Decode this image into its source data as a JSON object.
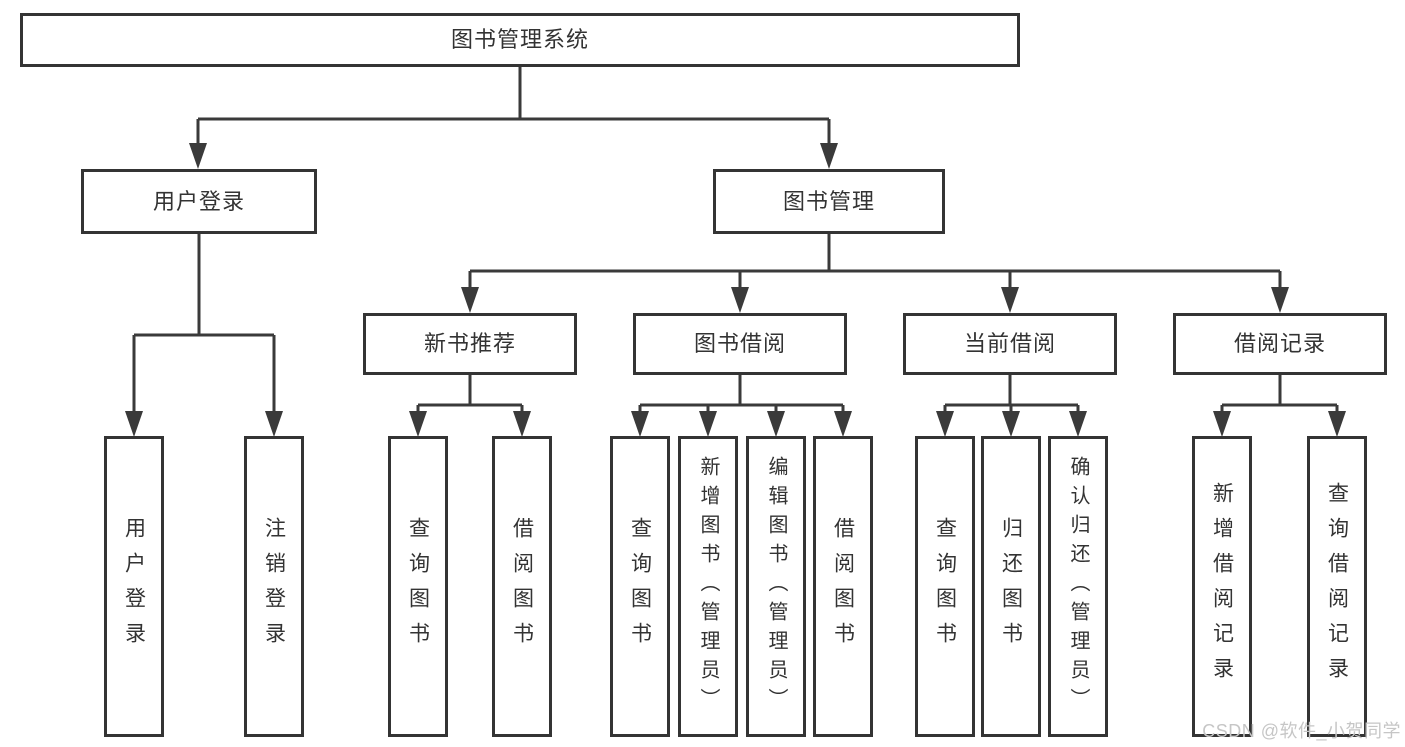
{
  "colors": {
    "line": "#3a3a3a",
    "border": "#343434",
    "text": "#333333",
    "background": "#ffffff",
    "watermark": "#c6c6c6"
  },
  "watermark": {
    "text": "CSDN @软件_小贺同学"
  },
  "tree": {
    "root": {
      "label": "图书管理系统"
    },
    "children": [
      {
        "label": "用户登录",
        "children": [
          {
            "label": "用户登录"
          },
          {
            "label": "注销登录"
          }
        ]
      },
      {
        "label": "图书管理",
        "children": [
          {
            "label": "新书推荐",
            "children": [
              {
                "label": "查询图书"
              },
              {
                "label": "借阅图书"
              }
            ]
          },
          {
            "label": "图书借阅",
            "children": [
              {
                "label": "查询图书"
              },
              {
                "label": "新增图书（管理员）"
              },
              {
                "label": "编辑图书（管理员）"
              },
              {
                "label": "借阅图书"
              }
            ]
          },
          {
            "label": "当前借阅",
            "children": [
              {
                "label": "查询图书"
              },
              {
                "label": "归还图书"
              },
              {
                "label": "确认归还（管理员）"
              }
            ]
          },
          {
            "label": "借阅记录",
            "children": [
              {
                "label": "新增借阅记录"
              },
              {
                "label": "查询借阅记录"
              }
            ]
          }
        ]
      }
    ]
  }
}
